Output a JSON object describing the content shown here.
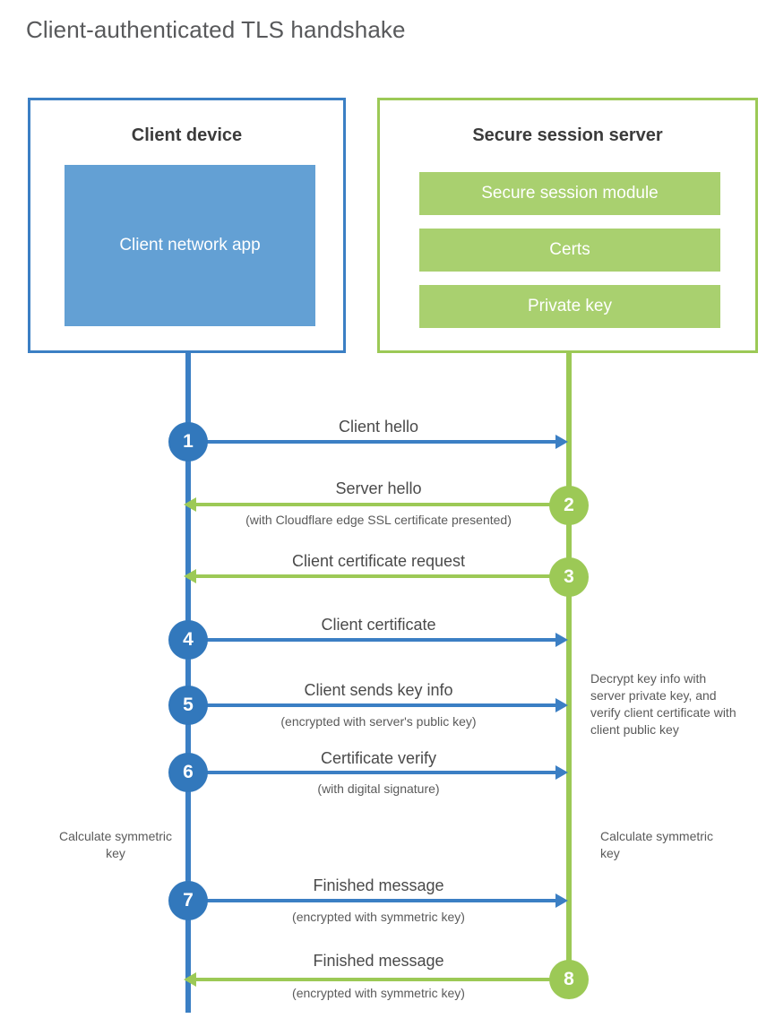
{
  "title": "Client-authenticated TLS handshake",
  "colors": {
    "blue_border": "#3b7fc4",
    "blue_fill": "#63a0d4",
    "blue_circle": "#3278bc",
    "green_border": "#9cc956",
    "green_fill": "#a9d06f",
    "title_text": "#58595b",
    "body_text": "#4a4a4a",
    "background": "#ffffff"
  },
  "client_box": {
    "title": "Client device",
    "app_label": "Client network app"
  },
  "server_box": {
    "title": "Secure session server",
    "bars": [
      "Secure session module",
      "Certs",
      "Private key"
    ]
  },
  "side_notes": {
    "server_decrypt": "Decrypt key info with server private key, and verify client certificate with client public key",
    "client_calc": "Calculate symmetric key",
    "server_calc": "Calculate symmetric key"
  },
  "steps": [
    {
      "number": "1",
      "label": "Client hello",
      "sub": "",
      "direction": "client-to-server",
      "color": "blue"
    },
    {
      "number": "2",
      "label": "Server hello",
      "sub": "(with Cloudflare edge SSL certificate presented)",
      "direction": "server-to-client",
      "color": "green"
    },
    {
      "number": "3",
      "label": "Client certificate request",
      "sub": "",
      "direction": "server-to-client",
      "color": "green"
    },
    {
      "number": "4",
      "label": "Client certificate",
      "sub": "",
      "direction": "client-to-server",
      "color": "blue"
    },
    {
      "number": "5",
      "label": "Client sends key info",
      "sub": "(encrypted with server's public key)",
      "direction": "client-to-server",
      "color": "blue"
    },
    {
      "number": "6",
      "label": "Certificate verify",
      "sub": "(with digital signature)",
      "direction": "client-to-server",
      "color": "blue"
    },
    {
      "number": "7",
      "label": "Finished message",
      "sub": "(encrypted with symmetric key)",
      "direction": "client-to-server",
      "color": "blue"
    },
    {
      "number": "8",
      "label": "Finished message",
      "sub": "(encrypted with symmetric key)",
      "direction": "server-to-client",
      "color": "green"
    }
  ]
}
